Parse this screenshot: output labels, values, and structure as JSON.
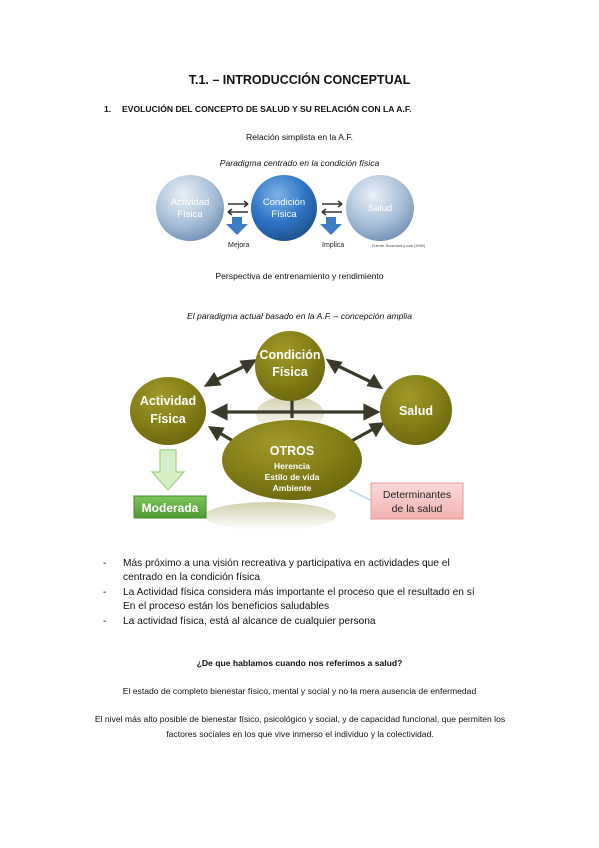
{
  "title": "T.1. – INTRODUCCIÓN CONCEPTUAL",
  "section": {
    "number": "1.",
    "heading": "EVOLUCIÓN DEL CONCEPTO DE SALUD Y SU RELACIÓN CON LA A.F."
  },
  "simple_relation": {
    "caption": "Relación simplista en la A.F.",
    "paradigm": "Paradigma centrado en la condición física",
    "nodes": [
      {
        "line1": "Actividad",
        "line2": "Física"
      },
      {
        "line1": "Condición",
        "line2": "Física"
      },
      {
        "line1": "Salud",
        "line2": ""
      }
    ],
    "arrow_labels": [
      "Mejora",
      "Implica"
    ],
    "source": "Fuente: Bouchard y cols (1990)",
    "perspective": "Perspectiva de entrenamiento y rendimiento"
  },
  "current_paradigm": {
    "caption": "El paradigma actual basado en la A.F. – concepción amplia",
    "condicion": {
      "line1": "Condición",
      "line2": "Física"
    },
    "actividad": {
      "line1": "Actividad",
      "line2": "Física"
    },
    "salud": "Salud",
    "otros": {
      "title": "OTROS",
      "items": [
        "Herencia",
        "Estilo de vida",
        "Ambiente"
      ]
    },
    "moderada": "Moderada",
    "determinantes": {
      "line1": "Determinantes",
      "line2": "de la salud"
    }
  },
  "bullets": [
    {
      "lines": [
        "Más próximo a una visión recreativa y participativa en actividades que el",
        "centrado en la condición física"
      ]
    },
    {
      "lines": [
        "La Actividad física considera más importante el proceso que el resultado en sí",
        "En el proceso están los beneficios saludables"
      ]
    },
    {
      "lines": [
        "La actividad física, está al alcance de cualquier persona"
      ]
    }
  ],
  "question": "¿De que hablamos cuando nos referimos a salud?",
  "definition1": "El estado de completo bienestar físico, mental y social y no la mera ausencia de enfermedad",
  "definition2": "El nivel más alto posible de bienestar físico, psicológico y social, y de capacidad funcional, que permiten los factores sociales en los que vive inmerso el individuo y la colectividad.",
  "colors": {
    "blue_dark": "#2e6fb0",
    "olive": "#7f7a14",
    "green": "#6ab44a",
    "pink": "#f8c6c6"
  }
}
